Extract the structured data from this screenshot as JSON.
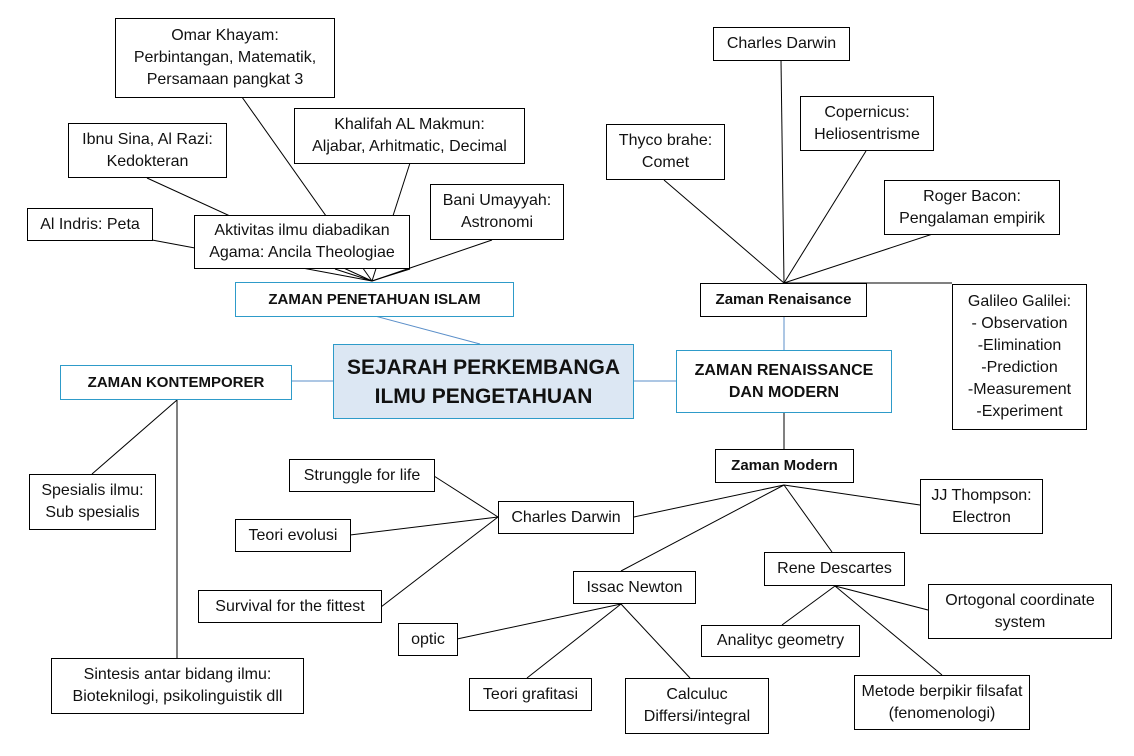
{
  "center": "SEJARAH PERKEMBANGA\nILMU PENGETAHUAN",
  "islam": {
    "title": "ZAMAN PENETAHUAN ISLAM",
    "aktivitas": "Aktivitas ilmu diabadikan\nAgama: Ancila Theologiae",
    "omar": "Omar Khayam:\nPerbintangan, Matematik,\nPersamaan pangkat 3",
    "ibnu": "Ibnu Sina, Al Razi:\nKedokteran",
    "khalifah": "Khalifah AL Makmun:\nAljabar, Arhitmatic, Decimal",
    "bani": "Bani Umayyah:\nAstronomi",
    "indris": "Al Indris: Peta"
  },
  "renaissance": {
    "title": "ZAMAN RENAISSANCE\nDAN MODERN",
    "renaisance": "Zaman Renaisance",
    "darwin": "Charles Darwin",
    "copernicus": "Copernicus:\nHeliosentrisme",
    "thyco": "Thyco brahe:\nComet",
    "bacon": "Roger Bacon:\nPengalaman empirik",
    "galileo": "Galileo Galilei:\n- Observation\n-Elimination\n-Prediction\n-Measurement\n-Experiment"
  },
  "modern": {
    "title": "Zaman Modern",
    "darwin": "Charles Darwin",
    "struggle": "Strunggle for life",
    "evolusi": "Teori evolusi",
    "survival": "Survival for the fittest",
    "thompson": "JJ Thompson:\nElectron",
    "descartes": "Rene Descartes",
    "newton": "Issac Newton",
    "optic": "optic",
    "grafitasi": "Teori grafitasi",
    "calculuc": "Calculuc\nDiffersi/integral",
    "analityc": "Analityc geometry",
    "ortogonal": "Ortogonal coordinate\nsystem",
    "metode": "Metode berpikir filsafat\n(fenomenologi)"
  },
  "kontemporer": {
    "title": "ZAMAN KONTEMPORER",
    "spesialis": "Spesialis ilmu:\nSub spesialis",
    "sintesis": "Sintesis antar bidang ilmu:\nBioteknilogi,  psikolinguistik dll"
  },
  "colors": {
    "accent_border": "#2e9bc9",
    "center_fill": "#dce7f3",
    "line": "#000000"
  }
}
